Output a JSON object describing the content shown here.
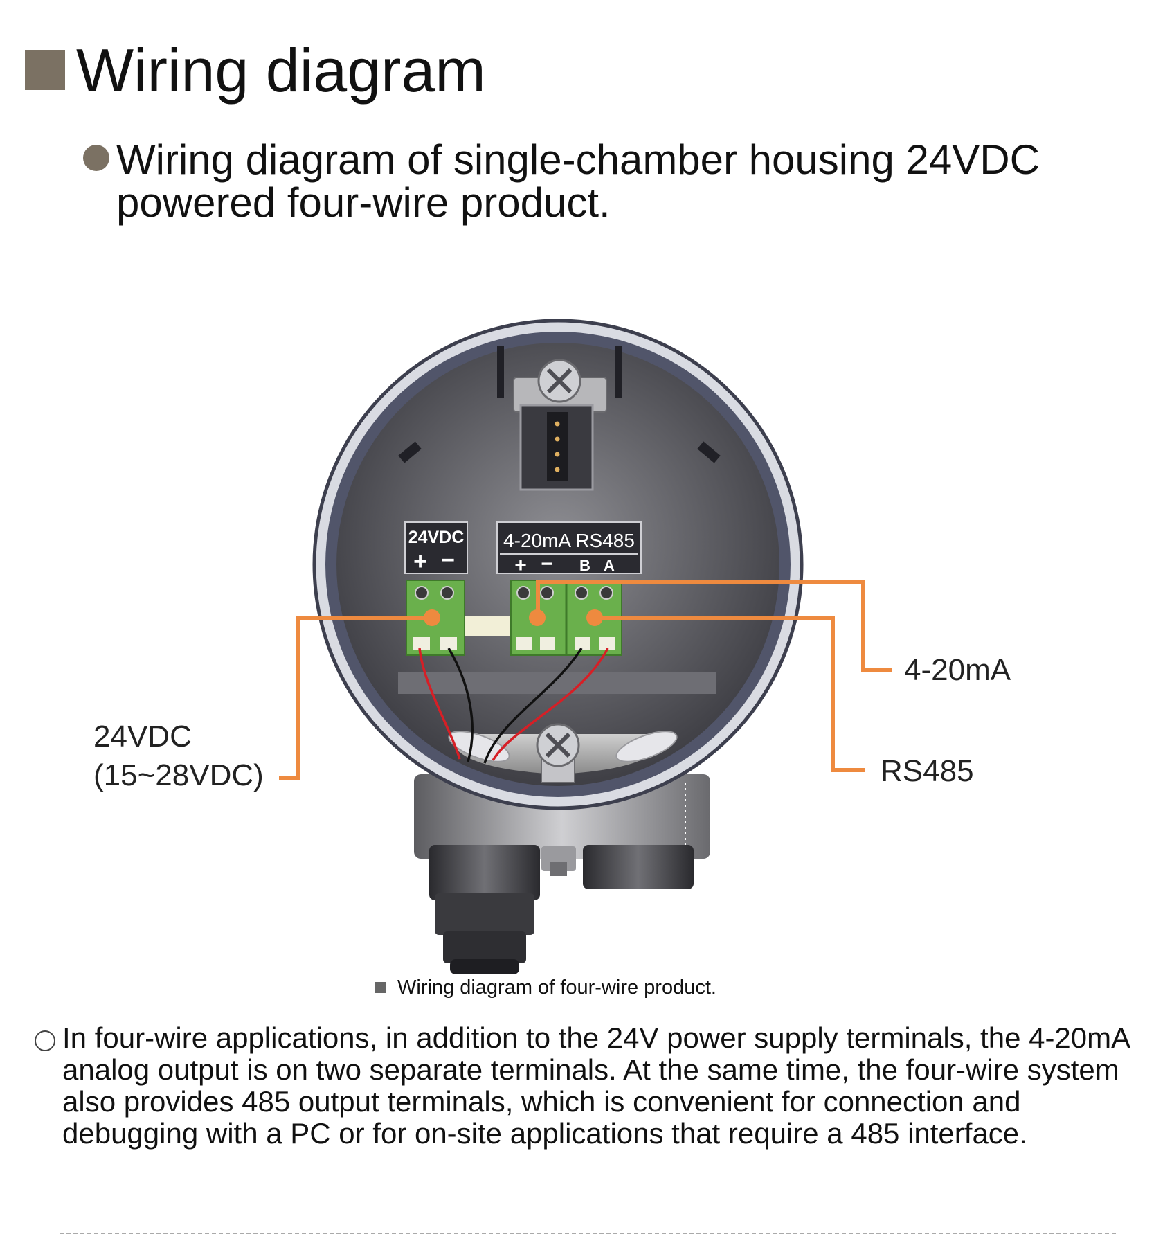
{
  "heading": "Wiring diagram",
  "subheading": "Wiring diagram of single-chamber housing 24VDC powered four-wire product.",
  "diagram": {
    "terminal_group_power": {
      "label": "24VDC",
      "polarity_plus": "+",
      "polarity_minus": "−"
    },
    "terminal_group_output": {
      "label": "4-20mA RS485",
      "polarity_plus": "+",
      "polarity_minus": "−",
      "pin_b": "B",
      "pin_a": "A"
    },
    "callouts": {
      "power_line1": "24VDC",
      "power_line2": "(15~28VDC)",
      "current_output": "4-20mA",
      "serial_output": "RS485"
    },
    "colors": {
      "leader": "#ee8a3f",
      "terminal": "#6ab04c",
      "housing": "#55596b",
      "red_wire": "#d61f26"
    }
  },
  "caption": "Wiring diagram of four-wire product.",
  "paragraph": "In four-wire applications, in addition to the 24V power supply terminals, the 4-20mA analog output is on two separate terminals. At the same time, the four-wire system also provides 485 output terminals, which is convenient for connection and debugging with a PC or for on-site applications that require a 485 interface."
}
